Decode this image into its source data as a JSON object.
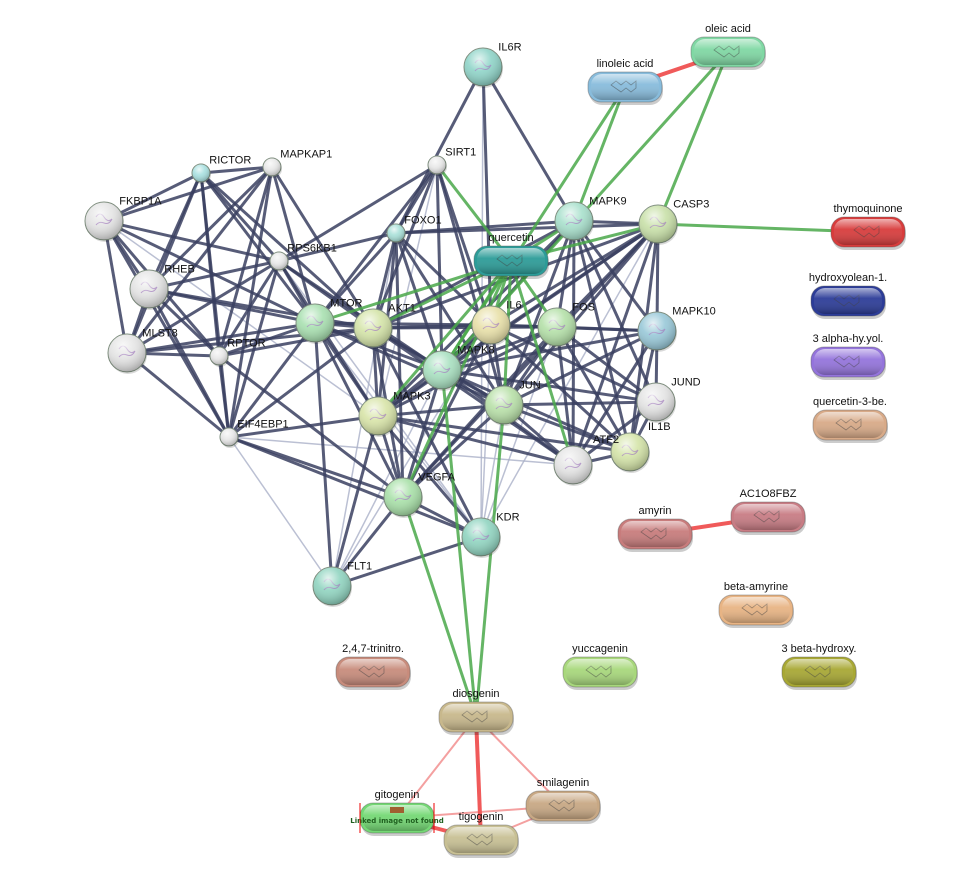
{
  "colors": {
    "protein_edge": "#3a4060",
    "protein_edge_light": "#aab0c8",
    "compound_protein_edge": "#4aa84a",
    "compound_compound_edge": "#f05a5a",
    "compound_compound_edge_light": "#f4a0a0"
  },
  "proteins": [
    {
      "id": "IL6R",
      "label": "IL6R",
      "color": "#8fd4c8",
      "size": "large"
    },
    {
      "id": "SIRT1",
      "label": "SIRT1",
      "color": "#e8e8e8",
      "size": "small"
    },
    {
      "id": "RICTOR",
      "label": "RICTOR",
      "color": "#a8e0e0",
      "size": "small"
    },
    {
      "id": "MAPKAP1",
      "label": "MAPKAP1",
      "color": "#e8e8e8",
      "size": "small"
    },
    {
      "id": "FKBP1A",
      "label": "FKBP1A",
      "color": "#e4e4e4",
      "size": "large"
    },
    {
      "id": "FOXO1",
      "label": "FOXO1",
      "color": "#a8e0d8",
      "size": "small"
    },
    {
      "id": "RPS6KB1",
      "label": "RPS6KB1",
      "color": "#e8e8e8",
      "size": "small"
    },
    {
      "id": "RHEB",
      "label": "RHEB",
      "color": "#e4e4e4",
      "size": "large"
    },
    {
      "id": "MLST8",
      "label": "MLST8",
      "color": "#e4e4e4",
      "size": "large"
    },
    {
      "id": "RPTOR",
      "label": "RPTOR",
      "color": "#e8e8e8",
      "size": "small"
    },
    {
      "id": "MTOR",
      "label": "MTOR",
      "color": "#a8e0b0",
      "size": "large"
    },
    {
      "id": "AKT1",
      "label": "AKT1",
      "color": "#d4e4a8",
      "size": "large"
    },
    {
      "id": "IL6",
      "label": "IL6",
      "color": "#e8e0a8",
      "size": "large"
    },
    {
      "id": "FOS",
      "label": "FOS",
      "color": "#b4e0a8",
      "size": "large"
    },
    {
      "id": "MAPK8",
      "label": "MAPK8",
      "color": "#a8e0c0",
      "size": "large"
    },
    {
      "id": "JUN",
      "label": "JUN",
      "color": "#b8e0a8",
      "size": "large"
    },
    {
      "id": "MAPK3",
      "label": "MAPK3",
      "color": "#d8e4a8",
      "size": "large"
    },
    {
      "id": "EIF4EBP1",
      "label": "EIF4EBP1",
      "color": "#e8e8e8",
      "size": "small"
    },
    {
      "id": "MAPK9",
      "label": "MAPK9",
      "color": "#a8e0cc",
      "size": "large"
    },
    {
      "id": "CASP3",
      "label": "CASP3",
      "color": "#c8e0a8",
      "size": "large"
    },
    {
      "id": "MAPK10",
      "label": "MAPK10",
      "color": "#98c8d8",
      "size": "large"
    },
    {
      "id": "JUND",
      "label": "JUND",
      "color": "#e4e4e4",
      "size": "large"
    },
    {
      "id": "ATF2",
      "label": "ATF2",
      "color": "#e4e4e4",
      "size": "large"
    },
    {
      "id": "IL1B",
      "label": "IL1B",
      "color": "#d4e4a8",
      "size": "large"
    },
    {
      "id": "VEGFA",
      "label": "VEGFA",
      "color": "#a8e0a8",
      "size": "large"
    },
    {
      "id": "KDR",
      "label": "KDR",
      "color": "#90d4c0",
      "size": "large"
    },
    {
      "id": "FLT1",
      "label": "FLT1",
      "color": "#90d4c0",
      "size": "large"
    }
  ],
  "compounds": [
    {
      "id": "oleic acid",
      "label": "oleic acid",
      "color": "#80d8a4"
    },
    {
      "id": "linoleic acid",
      "label": "linoleic acid",
      "color": "#88bcdc"
    },
    {
      "id": "quercetin",
      "label": "quercetin",
      "color": "#2c9c98"
    },
    {
      "id": "thymoquinone",
      "label": "thymoquinone",
      "color": "#d83c3c"
    },
    {
      "id": "hydroxyolean",
      "label": "hydroxyolean-1.",
      "color": "#2c3c98"
    },
    {
      "id": "3alpha",
      "label": "3 alpha-hy.yol.",
      "color": "#9474dc"
    },
    {
      "id": "quercetin3be",
      "label": "quercetin-3-be.",
      "color": "#d8aa88"
    },
    {
      "id": "amyrin",
      "label": "amyrin",
      "color": "#c87c7c"
    },
    {
      "id": "AC1O8FBZ",
      "label": "AC1O8FBZ",
      "color": "#c87c84"
    },
    {
      "id": "beta-amyrine",
      "label": "beta-amyrine",
      "color": "#e8b484"
    },
    {
      "id": "trinitro",
      "label": "2,4,7-trinitro.",
      "color": "#c88c7c"
    },
    {
      "id": "yuccagenin",
      "label": "yuccagenin",
      "color": "#a8d87c"
    },
    {
      "id": "3beta",
      "label": "3 beta-hydroxy.",
      "color": "#a8a834"
    },
    {
      "id": "diosgenin",
      "label": "diosgenin",
      "color": "#c8b88c"
    },
    {
      "id": "smilagenin",
      "label": "smilagenin",
      "color": "#c8a884"
    },
    {
      "id": "gitogenin",
      "label": "gitogenin",
      "color": "#74d874",
      "image_missing": "Linked image not found"
    },
    {
      "id": "tigogenin",
      "label": "tigogenin",
      "color": "#c8c094"
    }
  ],
  "edges_protein": [
    [
      "IL6R",
      "IL6"
    ],
    [
      "IL6R",
      "FOXO1"
    ],
    [
      "IL6R",
      "MAPK9"
    ],
    [
      "SIRT1",
      "FOXO1"
    ],
    [
      "SIRT1",
      "AKT1"
    ],
    [
      "SIRT1",
      "MTOR"
    ],
    [
      "SIRT1",
      "IL6"
    ],
    [
      "SIRT1",
      "RPS6KB1"
    ],
    [
      "SIRT1",
      "JUN"
    ],
    [
      "SIRT1",
      "MAPK8"
    ],
    [
      "RICTOR",
      "MAPKAP1"
    ],
    [
      "RICTOR",
      "MTOR"
    ],
    [
      "RICTOR",
      "FKBP1A"
    ],
    [
      "RICTOR",
      "RHEB"
    ],
    [
      "RICTOR",
      "MLST8"
    ],
    [
      "RICTOR",
      "RPTOR"
    ],
    [
      "RICTOR",
      "AKT1"
    ],
    [
      "RICTOR",
      "RPS6KB1"
    ],
    [
      "RICTOR",
      "EIF4EBP1"
    ],
    [
      "MAPKAP1",
      "MTOR"
    ],
    [
      "MAPKAP1",
      "RHEB"
    ],
    [
      "MAPKAP1",
      "MLST8"
    ],
    [
      "MAPKAP1",
      "RPTOR"
    ],
    [
      "MAPKAP1",
      "AKT1"
    ],
    [
      "MAPKAP1",
      "EIF4EBP1"
    ],
    [
      "MAPKAP1",
      "FKBP1A"
    ],
    [
      "FKBP1A",
      "MTOR"
    ],
    [
      "FKBP1A",
      "RHEB"
    ],
    [
      "FKBP1A",
      "MLST8"
    ],
    [
      "FKBP1A",
      "RPTOR"
    ],
    [
      "FKBP1A",
      "RPS6KB1"
    ],
    [
      "FKBP1A",
      "EIF4EBP1"
    ],
    [
      "RHEB",
      "MTOR"
    ],
    [
      "RHEB",
      "MLST8"
    ],
    [
      "RHEB",
      "RPTOR"
    ],
    [
      "RHEB",
      "RPS6KB1"
    ],
    [
      "RHEB",
      "EIF4EBP1"
    ],
    [
      "RHEB",
      "AKT1"
    ],
    [
      "MLST8",
      "MTOR"
    ],
    [
      "MLST8",
      "RPTOR"
    ],
    [
      "MLST8",
      "EIF4EBP1"
    ],
    [
      "MLST8",
      "RPS6KB1"
    ],
    [
      "MLST8",
      "AKT1"
    ],
    [
      "RPTOR",
      "MTOR"
    ],
    [
      "RPTOR",
      "EIF4EBP1"
    ],
    [
      "RPTOR",
      "RPS6KB1"
    ],
    [
      "RPTOR",
      "AKT1"
    ],
    [
      "RPS6KB1",
      "MTOR"
    ],
    [
      "RPS6KB1",
      "AKT1"
    ],
    [
      "RPS6KB1",
      "EIF4EBP1"
    ],
    [
      "RPS6KB1",
      "MAPK3"
    ],
    [
      "RPS6KB1",
      "FOXO1"
    ],
    [
      "RPS6KB1",
      "MAPK8"
    ],
    [
      "FOXO1",
      "AKT1"
    ],
    [
      "FOXO1",
      "MTOR"
    ],
    [
      "FOXO1",
      "MAPK8"
    ],
    [
      "FOXO1",
      "MAPK3"
    ],
    [
      "FOXO1",
      "IL6"
    ],
    [
      "FOXO1",
      "CASP3"
    ],
    [
      "FOXO1",
      "JUN"
    ],
    [
      "FOXO1",
      "MAPK9"
    ],
    [
      "FOXO1",
      "VEGFA"
    ],
    [
      "MTOR",
      "AKT1"
    ],
    [
      "MTOR",
      "EIF4EBP1"
    ],
    [
      "MTOR",
      "MAPK3"
    ],
    [
      "MTOR",
      "VEGFA"
    ],
    [
      "MTOR",
      "IL6"
    ],
    [
      "MTOR",
      "MAPK8"
    ],
    [
      "MTOR",
      "JUN"
    ],
    [
      "MTOR",
      "FLT1"
    ],
    [
      "AKT1",
      "IL6"
    ],
    [
      "AKT1",
      "MAPK8"
    ],
    [
      "AKT1",
      "MAPK3"
    ],
    [
      "AKT1",
      "JUN"
    ],
    [
      "AKT1",
      "FOS"
    ],
    [
      "AKT1",
      "VEGFA"
    ],
    [
      "AKT1",
      "CASP3"
    ],
    [
      "AKT1",
      "KDR"
    ],
    [
      "AKT1",
      "EIF4EBP1"
    ],
    [
      "AKT1",
      "MAPK9"
    ],
    [
      "AKT1",
      "ATF2"
    ],
    [
      "IL6",
      "FOS"
    ],
    [
      "IL6",
      "JUN"
    ],
    [
      "IL6",
      "MAPK8"
    ],
    [
      "IL6",
      "MAPK3"
    ],
    [
      "IL6",
      "VEGFA"
    ],
    [
      "IL6",
      "CASP3"
    ],
    [
      "IL6",
      "IL1B"
    ],
    [
      "IL6",
      "MAPK10"
    ],
    [
      "IL6",
      "JUND"
    ],
    [
      "FOS",
      "JUN"
    ],
    [
      "FOS",
      "MAPK8"
    ],
    [
      "FOS",
      "MAPK3"
    ],
    [
      "FOS",
      "JUND"
    ],
    [
      "FOS",
      "ATF2"
    ],
    [
      "FOS",
      "IL1B"
    ],
    [
      "FOS",
      "MAPK9"
    ],
    [
      "FOS",
      "MAPK10"
    ],
    [
      "FOS",
      "CASP3"
    ],
    [
      "FOS",
      "VEGFA"
    ],
    [
      "MAPK8",
      "JUN"
    ],
    [
      "MAPK8",
      "MAPK3"
    ],
    [
      "MAPK8",
      "MAPK9"
    ],
    [
      "MAPK8",
      "MAPK10"
    ],
    [
      "MAPK8",
      "ATF2"
    ],
    [
      "MAPK8",
      "JUND"
    ],
    [
      "MAPK8",
      "CASP3"
    ],
    [
      "MAPK8",
      "VEGFA"
    ],
    [
      "MAPK8",
      "IL1B"
    ],
    [
      "JUN",
      "MAPK3"
    ],
    [
      "JUN",
      "MAPK9"
    ],
    [
      "JUN",
      "MAPK10"
    ],
    [
      "JUN",
      "ATF2"
    ],
    [
      "JUN",
      "JUND"
    ],
    [
      "JUN",
      "CASP3"
    ],
    [
      "JUN",
      "IL1B"
    ],
    [
      "JUN",
      "VEGFA"
    ],
    [
      "MAPK3",
      "VEGFA"
    ],
    [
      "MAPK3",
      "MAPK9"
    ],
    [
      "MAPK3",
      "CASP3"
    ],
    [
      "MAPK3",
      "ATF2"
    ],
    [
      "MAPK3",
      "IL1B"
    ],
    [
      "MAPK3",
      "KDR"
    ],
    [
      "MAPK3",
      "FLT1"
    ],
    [
      "MAPK3",
      "EIF4EBP1"
    ],
    [
      "MAPK9",
      "MAPK10"
    ],
    [
      "MAPK9",
      "CASP3"
    ],
    [
      "MAPK9",
      "ATF2"
    ],
    [
      "MAPK9",
      "JUND"
    ],
    [
      "MAPK9",
      "IL1B"
    ],
    [
      "CASP3",
      "MAPK10"
    ],
    [
      "CASP3",
      "IL1B"
    ],
    [
      "CASP3",
      "ATF2"
    ],
    [
      "CASP3",
      "VEGFA"
    ],
    [
      "MAPK10",
      "JUND"
    ],
    [
      "MAPK10",
      "ATF2"
    ],
    [
      "MAPK10",
      "IL1B"
    ],
    [
      "JUND",
      "ATF2"
    ],
    [
      "JUND",
      "IL1B"
    ],
    [
      "ATF2",
      "IL1B"
    ],
    [
      "VEGFA",
      "KDR"
    ],
    [
      "VEGFA",
      "FLT1"
    ],
    [
      "KDR",
      "FLT1"
    ],
    [
      "EIF4EBP1",
      "VEGFA"
    ],
    [
      "EIF4EBP1",
      "KDR"
    ],
    [
      "RPTOR",
      "VEGFA"
    ]
  ],
  "edges_protein_light": [
    [
      "IL6R",
      "KDR"
    ],
    [
      "SIRT1",
      "MAPK3"
    ],
    [
      "RPS6KB1",
      "KDR"
    ],
    [
      "FOXO1",
      "FLT1"
    ],
    [
      "EIF4EBP1",
      "ATF2"
    ],
    [
      "FKBP1A",
      "MAPK3"
    ],
    [
      "MTOR",
      "KDR"
    ],
    [
      "IL6",
      "KDR"
    ],
    [
      "JUN",
      "KDR"
    ],
    [
      "FOS",
      "KDR"
    ],
    [
      "MAPK8",
      "FLT1"
    ],
    [
      "IL6",
      "FLT1"
    ],
    [
      "CASP3",
      "KDR"
    ],
    [
      "EIF4EBP1",
      "FLT1"
    ]
  ],
  "edges_compound_protein": [
    [
      "quercetin",
      "MAPK9"
    ],
    [
      "quercetin",
      "CASP3"
    ],
    [
      "quercetin",
      "AKT1"
    ],
    [
      "quercetin",
      "IL6"
    ],
    [
      "quercetin",
      "FOS"
    ],
    [
      "quercetin",
      "MAPK8"
    ],
    [
      "quercetin",
      "JUN"
    ],
    [
      "quercetin",
      "MAPK3"
    ],
    [
      "quercetin",
      "VEGFA"
    ],
    [
      "quercetin",
      "MTOR"
    ],
    [
      "quercetin",
      "SIRT1"
    ],
    [
      "quercetin",
      "ATF2"
    ],
    [
      "linoleic acid",
      "MAPK9"
    ],
    [
      "linoleic acid",
      "MAPK8"
    ],
    [
      "oleic acid",
      "CASP3"
    ],
    [
      "oleic acid",
      "MAPK8"
    ],
    [
      "thymoquinone",
      "CASP3"
    ],
    [
      "diosgenin",
      "VEGFA"
    ],
    [
      "diosgenin",
      "JUN"
    ],
    [
      "diosgenin",
      "MAPK8"
    ]
  ],
  "edges_compound_compound": [
    [
      "linoleic acid",
      "oleic acid"
    ],
    [
      "amyrin",
      "AC1O8FBZ"
    ],
    [
      "diosgenin",
      "tigogenin"
    ],
    [
      "gitogenin",
      "tigogenin"
    ]
  ],
  "edges_compound_compound_light": [
    [
      "diosgenin",
      "gitogenin"
    ],
    [
      "diosgenin",
      "smilagenin"
    ],
    [
      "gitogenin",
      "smilagenin"
    ],
    [
      "tigogenin",
      "smilagenin"
    ]
  ]
}
